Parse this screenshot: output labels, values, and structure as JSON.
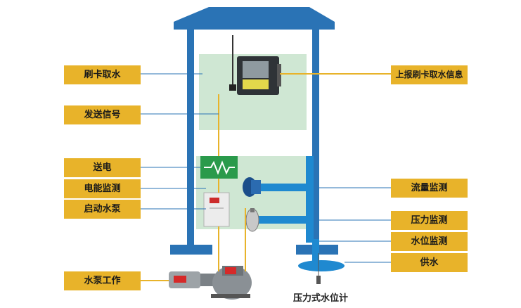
{
  "colors": {
    "roof": "#2a73b5",
    "pillar": "#2a73b5",
    "panel": "#cfe7d3",
    "pipe": "#1f89d0",
    "label_bg": "#e8b32a",
    "signal_line": "#e8b32a",
    "leader_line": "#2a73b5"
  },
  "labels_left": [
    {
      "key": "swipe",
      "text": "刷卡取水"
    },
    {
      "key": "signal",
      "text": "发送信号"
    },
    {
      "key": "power",
      "text": "送电"
    },
    {
      "key": "energy",
      "text": "电能监测"
    },
    {
      "key": "startpump",
      "text": "启动水泵"
    },
    {
      "key": "pumpwork",
      "text": "水泵工作"
    }
  ],
  "labels_right": [
    {
      "key": "report",
      "text": "上报刷卡取水信息"
    },
    {
      "key": "flow",
      "text": "流量监测"
    },
    {
      "key": "pressure",
      "text": "压力监测"
    },
    {
      "key": "level",
      "text": "水位监测"
    },
    {
      "key": "supply",
      "text": "供水"
    }
  ],
  "sensor_caption": "压力式水位计",
  "icons": [
    "antenna-icon",
    "controller-icon",
    "power-supply-icon",
    "electric-meter-icon",
    "flow-meter-icon",
    "pressure-gauge-icon",
    "pump-icon",
    "level-sensor-icon"
  ]
}
